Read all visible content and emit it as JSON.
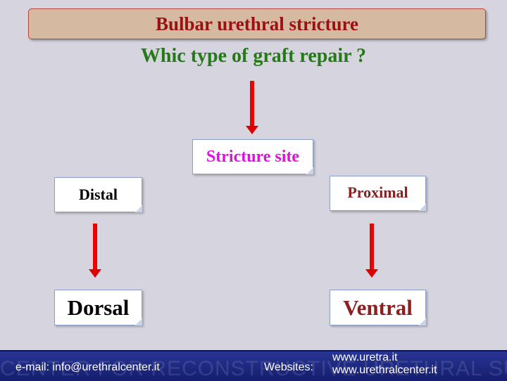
{
  "title": "Bulbar urethral stricture",
  "subtitle": "Whic type of graft repair ?",
  "nodes": {
    "site": "Stricture site",
    "distal": "Distal",
    "proximal": "Proximal",
    "dorsal": "Dorsal",
    "ventral": "Ventral"
  },
  "colors": {
    "title": "#9b1111",
    "subtitle": "#247a17",
    "site": "#e010e0",
    "proximal": "#8b2020",
    "ventral": "#8b2020",
    "arrow": "#e00000",
    "footer": "#1a237e"
  },
  "footer": {
    "email": "e-mail: info@urethralcenter.it",
    "websites_label": "Websites:",
    "site1": "www.uretra.it",
    "site2": "www.urethralcenter.it",
    "watermark": "CENTER FOR RECONSTRUCTIVE URETHRAL SURGERY"
  }
}
